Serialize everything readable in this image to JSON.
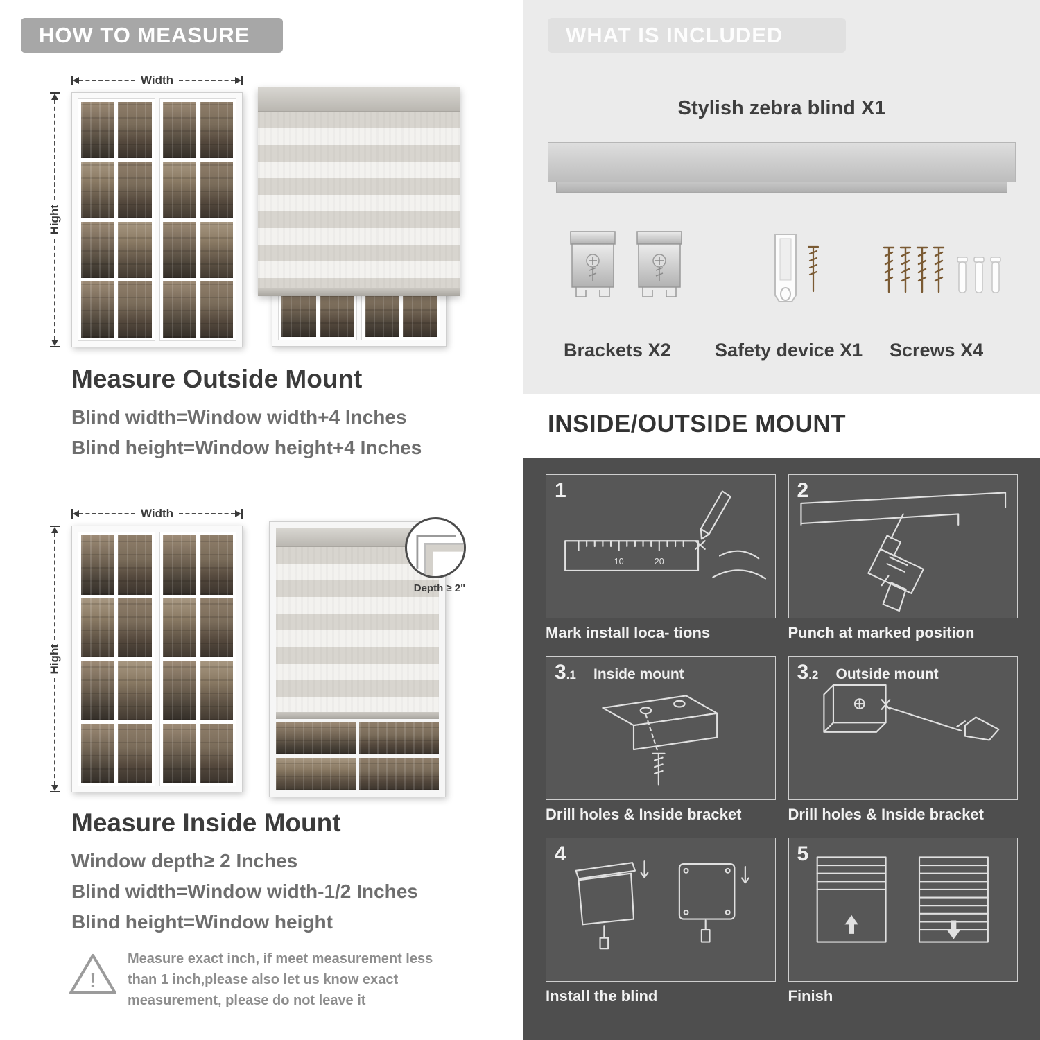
{
  "left": {
    "header": "HOW TO MEASURE",
    "outside": {
      "width_label": "Width",
      "height_label": "Hight",
      "title": "Measure Outside Mount",
      "lines": [
        "Blind width=Window width+4 Inches",
        "Blind height=Window height+4 Inches"
      ]
    },
    "inside": {
      "width_label": "Width",
      "height_label": "Hight",
      "depth_label": "Depth ≥ 2\"",
      "title": "Measure Inside Mount",
      "lines": [
        "Window depth≥ 2 Inches",
        "Blind width=Window width-1/2 Inches",
        "Blind height=Window height"
      ]
    },
    "warning_text": "Measure exact inch, if meet measurement less than 1 inch,please also let us know exact measurement, please do not leave it"
  },
  "included": {
    "header": "WHAT IS INCLUDED",
    "blind_label": "Stylish zebra blind X1",
    "items": [
      "Brackets X2",
      "Safety device X1",
      "Screws X4"
    ]
  },
  "mount": {
    "header": "INSIDE/OUTSIDE MOUNT",
    "steps": [
      {
        "num": "1",
        "num_small": "",
        "sub": "",
        "caption": "Mark install loca- tions"
      },
      {
        "num": "2",
        "num_small": "",
        "sub": "",
        "caption": "Punch at  marked position"
      },
      {
        "num": "3",
        "num_small": ".1",
        "sub": "Inside mount",
        "caption": "Drill holes &  Inside bracket"
      },
      {
        "num": "3",
        "num_small": ".2",
        "sub": "Outside mount",
        "caption": "Drill holes &  Inside bracket"
      },
      {
        "num": "4",
        "num_small": "",
        "sub": "",
        "caption": "Install the blind"
      },
      {
        "num": "5",
        "num_small": "",
        "sub": "",
        "caption": "Finish"
      }
    ]
  },
  "colors": {
    "header_gray": "#a7a7a7",
    "light_panel": "#ebebeb",
    "dark_panel": "#4e4e4e"
  }
}
